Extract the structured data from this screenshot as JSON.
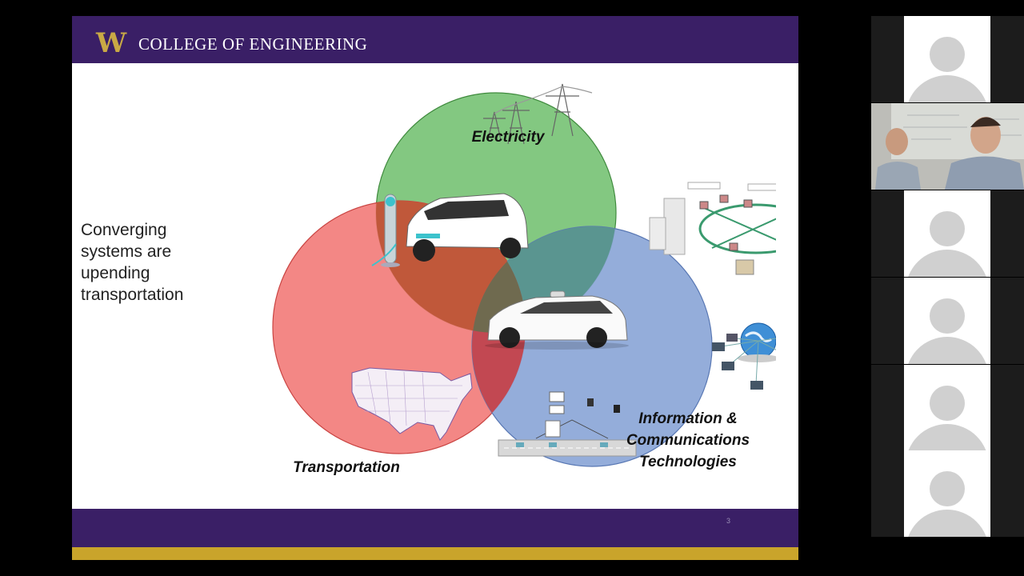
{
  "slide": {
    "header": {
      "logo_text": "W",
      "title": "COLLEGE OF ENGINEERING",
      "colors": {
        "purple": "#3a1f66",
        "gold": "#c9a42b"
      }
    },
    "body_text": [
      "Converging",
      "systems are",
      "upending",
      "transportation"
    ],
    "venn": {
      "electricity_label": "Electricity",
      "transportation_label": "Transportation",
      "ict_label_lines": [
        "Information &",
        "Communications",
        "Technologies"
      ],
      "colors": {
        "electricity": "#7cc57a",
        "transportation": "#f27d7b",
        "ict": "#8ea9d8"
      }
    },
    "page_number": "3"
  },
  "participants": {
    "tiles": [
      {
        "type": "avatar"
      },
      {
        "type": "video"
      },
      {
        "type": "avatar"
      },
      {
        "type": "avatar"
      },
      {
        "type": "avatar"
      },
      {
        "type": "avatar"
      }
    ]
  }
}
